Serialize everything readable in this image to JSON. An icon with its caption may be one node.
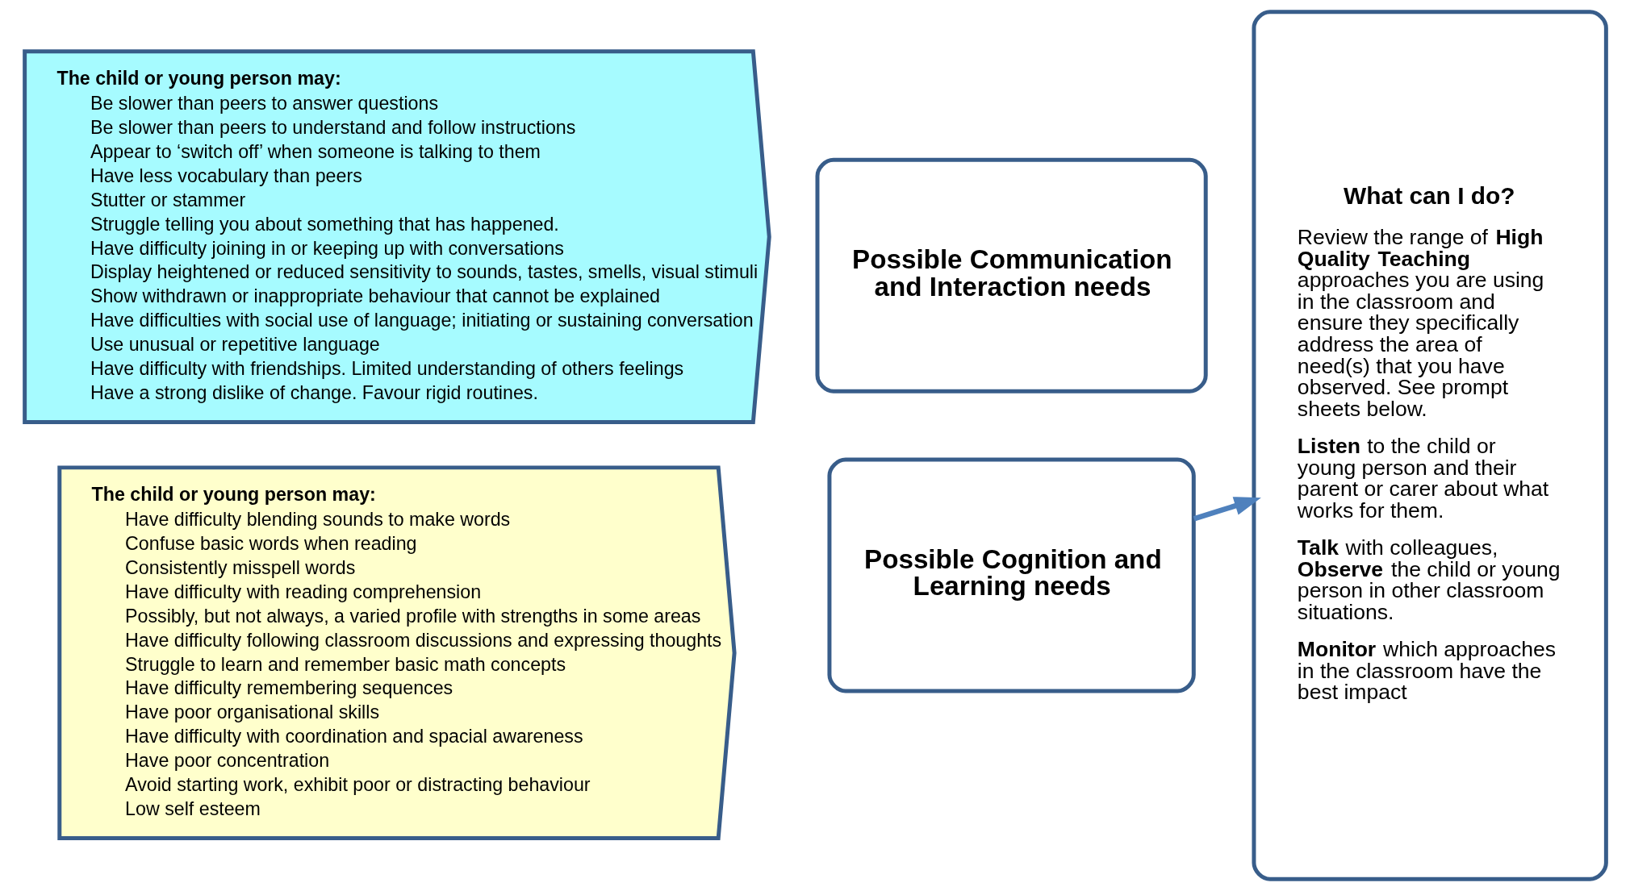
{
  "diagram": {
    "nodes": [
      {
        "text": [
          "The child or young person may:",
          "Be slower than peers to answer questions",
          "Be slower than peers to understand and follow instructions",
          "Appear to ‘switch off’ when someone is talking to them",
          "Have less vocabulary than peers",
          "Stutter or stammer",
          "Struggle telling you about something that has happened.",
          "Have difficulty joining in or keeping up with conversations",
          "Display heightened or reduced sensitivity to sounds, tastes, smells, visual stimuli",
          "Show withdrawn or inappropriate behaviour that cannot be explained",
          "Have difficulties with social use of language; initiating or sustaining conversation",
          "Use unusual or repetitive language",
          "Have difficulty with friendships. Limited understanding of others feelings",
          "Have a strong dislike of change. Favour rigid routines."
        ]
      },
      {
        "text": [
          "Possible Communication and Interaction needs"
        ]
      },
      {
        "text": [
          "The child or young person may:",
          "Have difficulty blending sounds to make words",
          "Confuse basic words when reading",
          "Consistently misspell words",
          "Have difficulty with reading comprehension",
          "Possibly, but not always, a varied profile with strengths in some areas",
          "Have difficulty following classroom discussions and expressing thoughts",
          "Struggle to learn and remember basic math concepts",
          "Have difficulty remembering sequences",
          "Have poor organisational skills",
          "Have difficulty with coordination and spacial awareness",
          "Have poor concentration",
          "Avoid starting work, exhibit poor or distracting behaviour",
          "Low self esteem"
        ]
      },
      {
        "text": [
          "Possible Cognition and Learning needs"
        ]
      },
      {
        "text": [
          "What can I do?",
          "Review the range of **High Quality Teaching** approaches you are using in the classroom and ensure they specifically address the area of need(s) that you have observed. See prompt sheets below.",
          "**Listen** to the child or young person and their parent or carer about what works for them.",
          "**Talk** with colleagues, **Observe** the child or young person in other classroom situations.",
          "**Monitor** which approaches in the classroom have the best impact"
        ]
      }
    ],
    "edges": [
      {
        "from": 3,
        "to": 4,
        "arrow": "to"
      }
    ]
  }
}
